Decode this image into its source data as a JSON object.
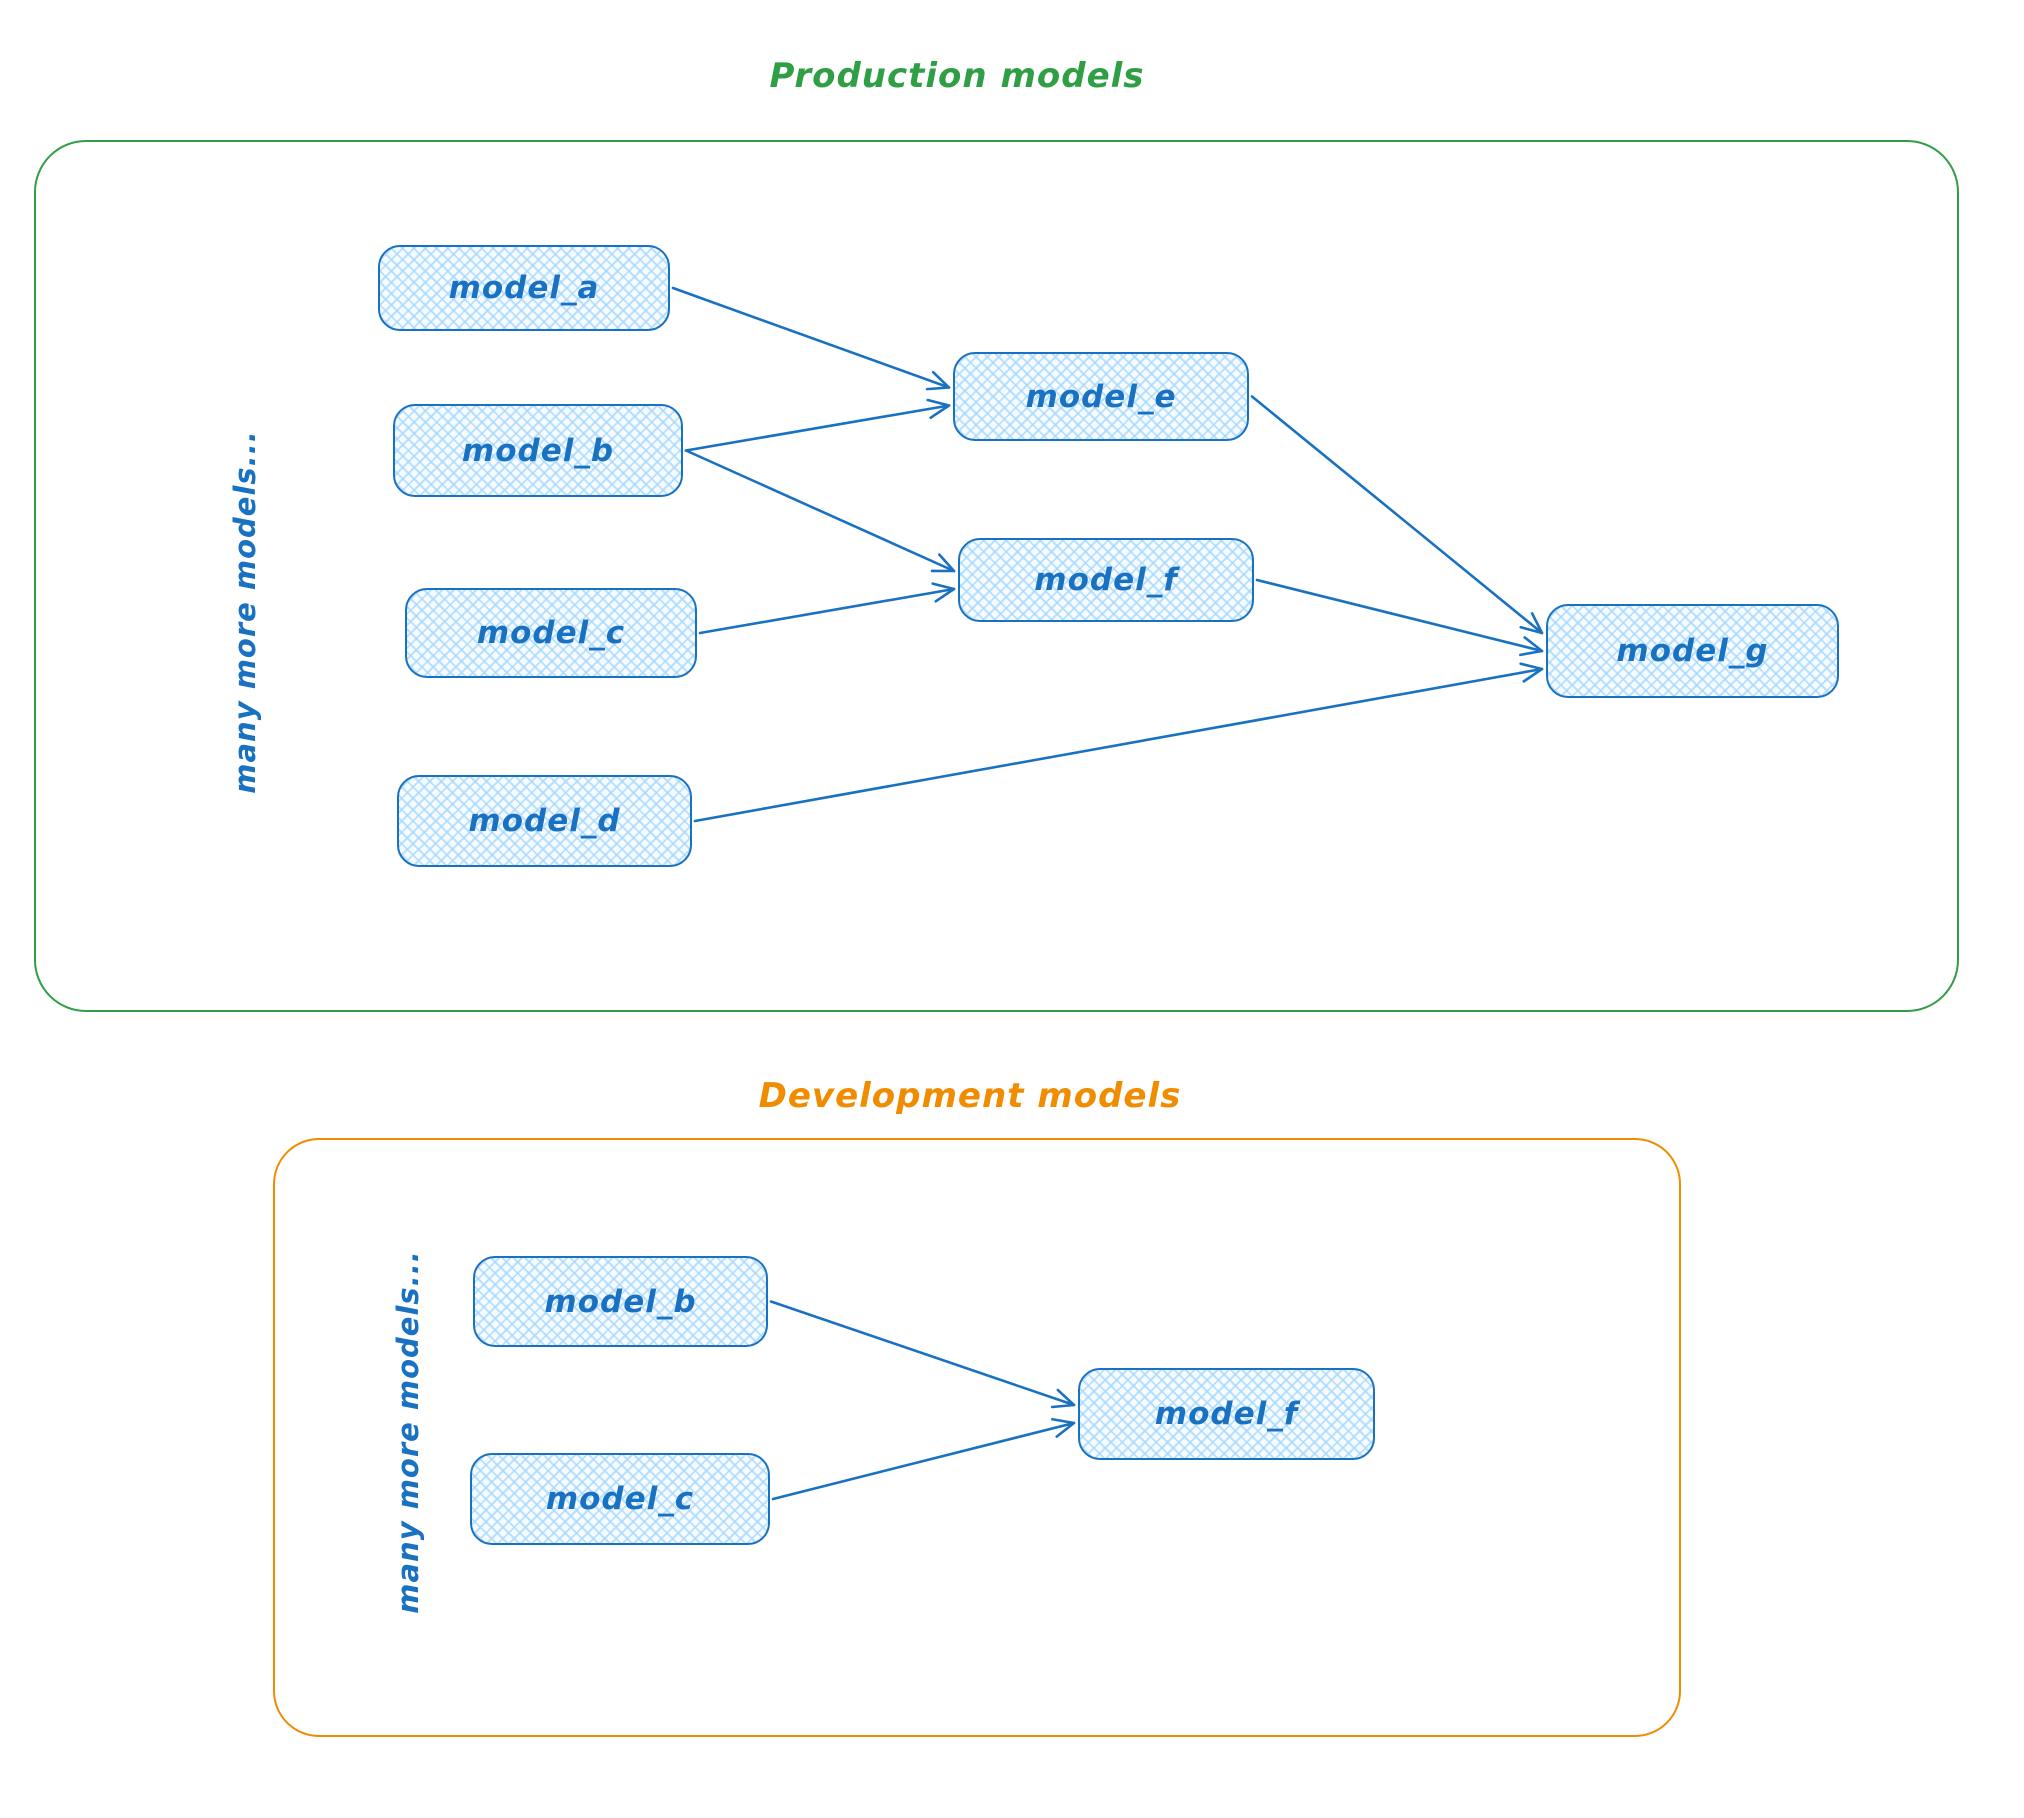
{
  "diagram": {
    "connector_color": "#1971c2",
    "node_stroke_color": "#1971c2",
    "node_fill_color": "#a5d8ff",
    "production": {
      "title": "Production models",
      "accent_color": "#2f9e44",
      "side_label": "many more models...",
      "nodes": [
        {
          "id": "model_a",
          "label": "model_a"
        },
        {
          "id": "model_b",
          "label": "model_b"
        },
        {
          "id": "model_c",
          "label": "model_c"
        },
        {
          "id": "model_d",
          "label": "model_d"
        },
        {
          "id": "model_e",
          "label": "model_e"
        },
        {
          "id": "model_f",
          "label": "model_f"
        },
        {
          "id": "model_g",
          "label": "model_g"
        }
      ],
      "edges": [
        {
          "from": "model_a",
          "to": "model_e"
        },
        {
          "from": "model_b",
          "to": "model_e"
        },
        {
          "from": "model_b",
          "to": "model_f"
        },
        {
          "from": "model_c",
          "to": "model_f"
        },
        {
          "from": "model_e",
          "to": "model_g"
        },
        {
          "from": "model_f",
          "to": "model_g"
        },
        {
          "from": "model_d",
          "to": "model_g"
        }
      ]
    },
    "development": {
      "title": "Development models",
      "accent_color": "#f08c00",
      "side_label": "many more models...",
      "nodes": [
        {
          "id": "model_b",
          "label": "model_b"
        },
        {
          "id": "model_c",
          "label": "model_c"
        },
        {
          "id": "model_f",
          "label": "model_f"
        }
      ],
      "edges": [
        {
          "from": "model_b",
          "to": "model_f"
        },
        {
          "from": "model_c",
          "to": "model_f"
        }
      ]
    }
  }
}
